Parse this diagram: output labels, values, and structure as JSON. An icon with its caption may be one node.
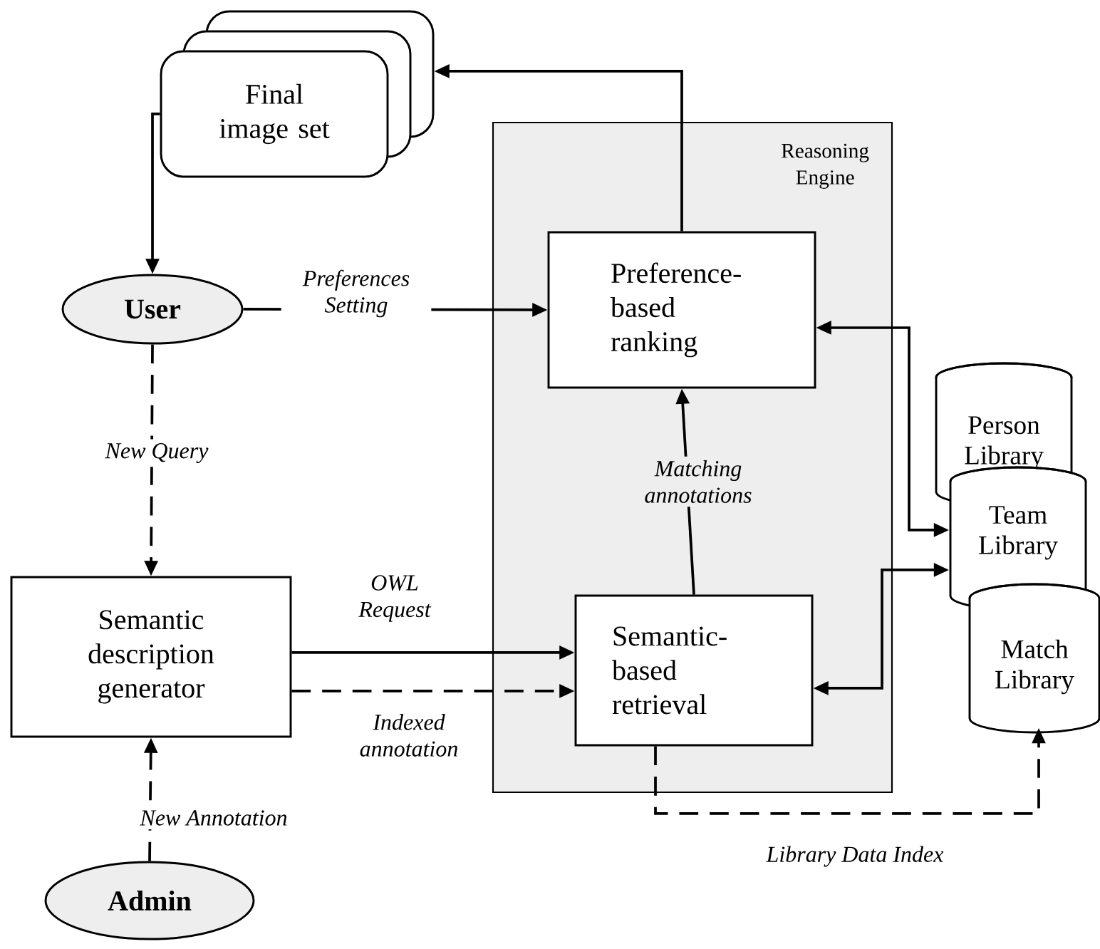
{
  "diagram": {
    "nodes": [
      {
        "text": [
          "Final image set"
        ]
      },
      {
        "text": [
          "Reasoning Engine"
        ]
      },
      {
        "text": [
          "User"
        ]
      },
      {
        "text": [
          "Preference-based ranking"
        ],
        "in": 1
      },
      {
        "text": [
          "Semantic description generator"
        ]
      },
      {
        "text": [
          "Semantic-based retrieval"
        ],
        "in": 1
      },
      {
        "text": [
          "Person Library"
        ]
      },
      {
        "text": [
          "Team Library"
        ]
      },
      {
        "text": [
          "Match Library"
        ]
      },
      {
        "text": [
          "Admin"
        ]
      }
    ],
    "edges": [
      {
        "from": 3,
        "to": 0,
        "arrow": "to"
      },
      {
        "from": 0,
        "to": 2,
        "arrow": "to"
      },
      {
        "from": 2,
        "to": 3,
        "arrow": "to",
        "label": "Preferences Setting"
      },
      {
        "from": 2,
        "to": 4,
        "arrow": "to",
        "label": "New Query",
        "style": "dashed"
      },
      {
        "from": 4,
        "to": 5,
        "arrow": "to",
        "label": "OWL Request"
      },
      {
        "from": 4,
        "to": 5,
        "arrow": "to",
        "label": "Indexed annotation",
        "style": "dashed"
      },
      {
        "from": 9,
        "to": 4,
        "arrow": "to",
        "label": "New Annotation",
        "style": "dashed"
      },
      {
        "from": 5,
        "to": 3,
        "arrow": "to",
        "label": "Matching annotations"
      },
      {
        "from": 3,
        "to": 7,
        "arrow": "both"
      },
      {
        "from": 5,
        "to": 7,
        "arrow": "both"
      },
      {
        "from": 5,
        "to": 8,
        "arrow": "to",
        "label": "Library Data Index",
        "style": "dashed"
      }
    ]
  }
}
